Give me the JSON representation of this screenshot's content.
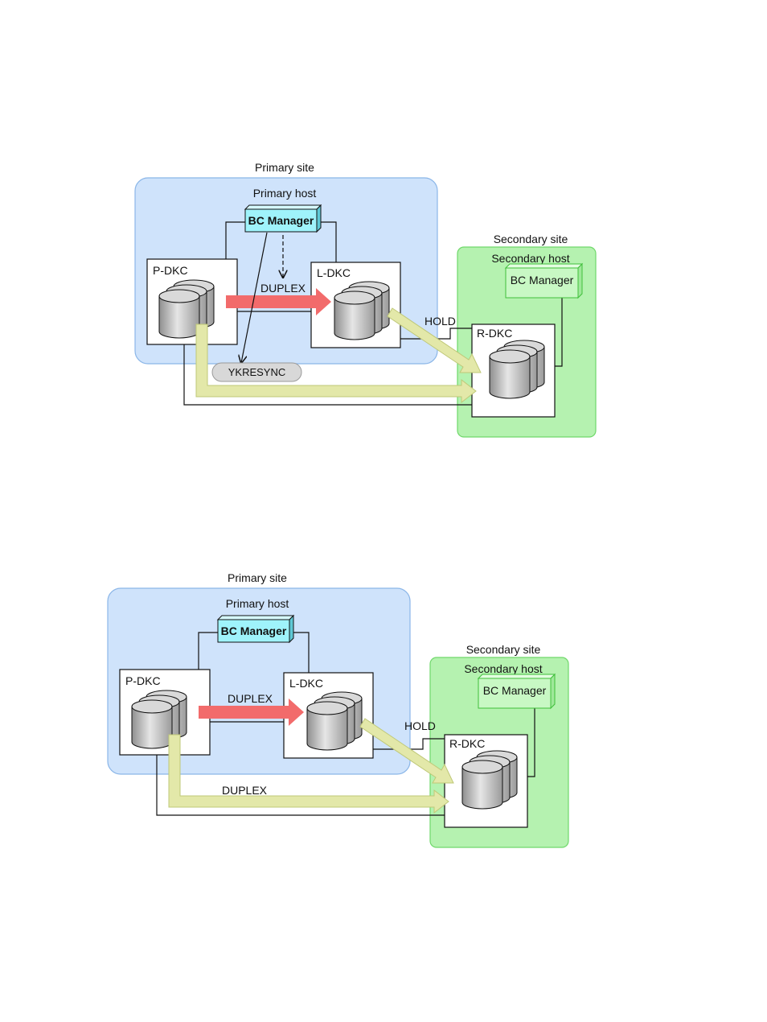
{
  "diagrams": [
    {
      "primary_site": "Primary site",
      "primary_host": "Primary host",
      "primary_bc_manager": "BC Manager",
      "p_dkc": "P-DKC",
      "l_dkc": "L-DKC",
      "link_pl_label": "DUPLEX",
      "hold_label": "HOLD",
      "secondary_site": "Secondary site",
      "secondary_host": "Secondary host",
      "secondary_bc_manager": "BC Manager",
      "r_dkc": "R-DKC",
      "command": "YKRESYNC"
    },
    {
      "primary_site": "Primary site",
      "primary_host": "Primary host",
      "primary_bc_manager": "BC Manager",
      "p_dkc": "P-DKC",
      "l_dkc": "L-DKC",
      "link_pl_label": "DUPLEX",
      "hold_label": "HOLD",
      "secondary_site": "Secondary site",
      "secondary_host": "Secondary host",
      "secondary_bc_manager": "BC Manager",
      "r_dkc": "R-DKC",
      "link_pr_label": "DUPLEX"
    }
  ],
  "colors": {
    "primary_site_fill": "#cfe3fb",
    "primary_site_stroke": "#8bb6e8",
    "secondary_site_fill": "#b5f2b0",
    "secondary_site_stroke": "#6fd86a",
    "bc_manager_primary_fill": "#9ff3fb",
    "bc_manager_secondary_fill": "#c8f8c4",
    "duplex_arrow": "#f26b6b",
    "remote_arrow": "#e3e8a9"
  }
}
